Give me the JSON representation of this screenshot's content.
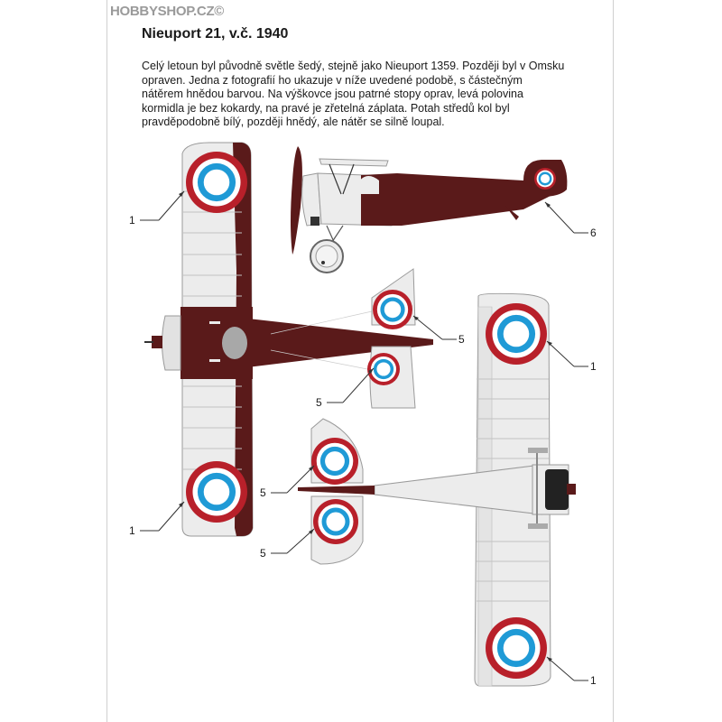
{
  "watermark": "HOBBYSHOP.CZ©",
  "title": "Nieuport 21, v.č. 1940",
  "description": "Celý letoun byl původně světle šedý, stejně jako Nieuport 1359. Později byl v Omsku opraven. Jedna z fotografií ho ukazuje v níže uvedené podobě, s částečným nátěrem hnědou barvou. Na výškovce jsou patrné stopy oprav, levá polovina kormidla je bez kokardy, na pravé je zřetelná záplata. Potah středů kol byl pravděpodobně bílý, později hnědý, ale nátěr se silně loupal.",
  "callouts": {
    "top_wing_upper": "1",
    "top_wing_lower": "1",
    "rudder": "6",
    "stab_top_upper": "5",
    "stab_top_lower": "5",
    "lower_wing_upper": "1",
    "lower_wing_lower": "1",
    "stab_bottom_upper": "5",
    "stab_bottom_lower": "5"
  },
  "colors": {
    "brown": "#5a1a1a",
    "grey": "#ececec",
    "roundel_red": "#b8202a",
    "roundel_blue": "#1f9ad6",
    "line": "#8a8a8a"
  }
}
